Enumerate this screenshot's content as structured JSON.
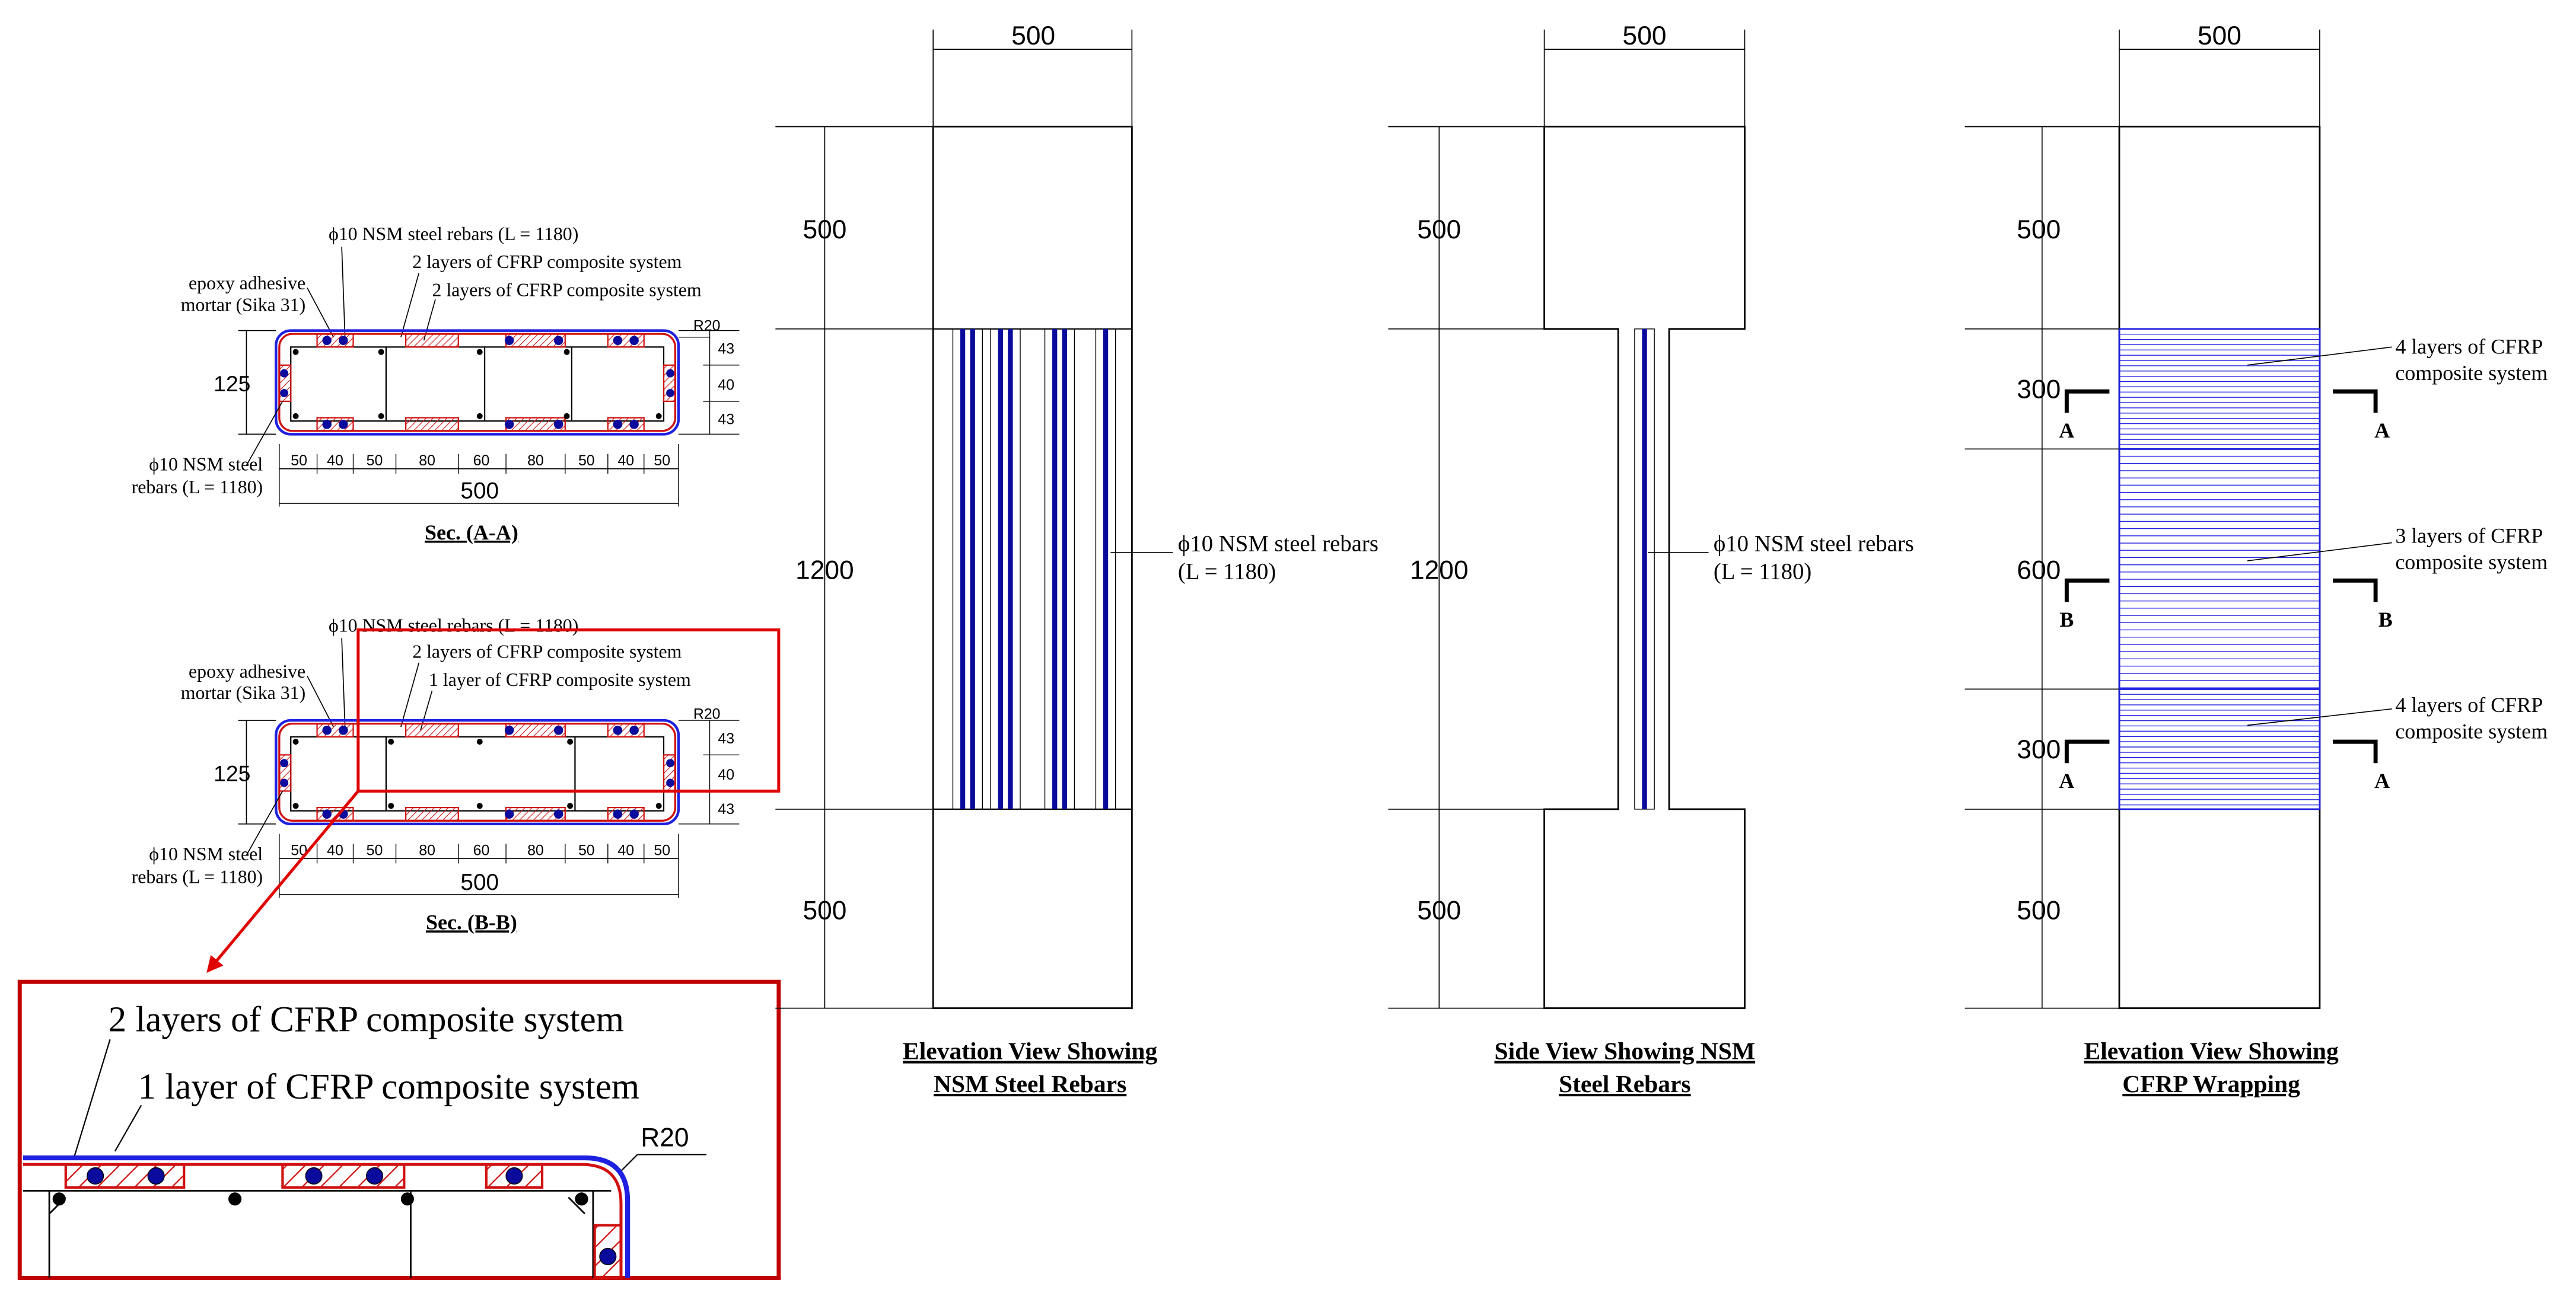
{
  "colors": {
    "line": "#000000",
    "rebar": "#0a0a9c",
    "cfrp_blue": "#2020e0",
    "cfrp_red": "#d01010",
    "highlight": "#e00000"
  },
  "sec_aa": {
    "label_nsm_top": "ϕ10 NSM steel rebars (L = 1180)",
    "label_cfrp1": "2 layers of CFRP composite system",
    "label_cfrp2": "2 layers of CFRP composite system",
    "label_epoxy_1": "epoxy adhesive",
    "label_epoxy_2": "mortar (Sika 31)",
    "label_nsm_bot_1": "ϕ10 NSM steel",
    "label_nsm_bot_2": "rebars (L = 1180)",
    "radius": "R20",
    "height": "125",
    "side_dims": [
      "43",
      "40",
      "43"
    ],
    "bottom_dims": [
      "50",
      "40",
      "50",
      "80",
      "60",
      "80",
      "50",
      "40",
      "50"
    ],
    "width": "500",
    "title": "Sec. (A-A)"
  },
  "sec_bb": {
    "label_nsm_top": "ϕ10 NSM steel rebars (L = 1180)",
    "label_cfrp1": "2 layers of CFRP composite system",
    "label_cfrp2": "1 layer of CFRP composite system",
    "label_epoxy_1": "epoxy adhesive",
    "label_epoxy_2": "mortar (Sika 31)",
    "label_nsm_bot_1": "ϕ10 NSM steel",
    "label_nsm_bot_2": "rebars (L = 1180)",
    "radius": "R20",
    "height": "125",
    "side_dims": [
      "43",
      "40",
      "43"
    ],
    "bottom_dims": [
      "50",
      "40",
      "50",
      "80",
      "60",
      "80",
      "50",
      "40",
      "50"
    ],
    "width": "500",
    "title": "Sec. (B-B)"
  },
  "detail": {
    "label_1": "2 layers of CFRP composite system",
    "label_2": "1 layer of CFRP composite system",
    "radius": "R20"
  },
  "elevation_nsm": {
    "width": "500",
    "heights": [
      "500",
      "1200",
      "500"
    ],
    "label_1": "ϕ10 NSM steel rebars",
    "label_2": "(L = 1180)",
    "title_1": "Elevation View Showing",
    "title_2": "NSM Steel Rebars"
  },
  "side_nsm": {
    "width": "500",
    "heights": [
      "500",
      "1200",
      "500"
    ],
    "label_1": "ϕ10 NSM steel rebars",
    "label_2": "(L = 1180)",
    "title_1": "Side View Showing NSM",
    "title_2": "Steel Rebars"
  },
  "elevation_cfrp": {
    "width": "500",
    "heights": [
      "500",
      "300",
      "600",
      "300",
      "500"
    ],
    "zone_labels": [
      [
        "4 layers of CFRP",
        "composite system"
      ],
      [
        "3 layers of CFRP",
        "composite system"
      ],
      [
        "4 layers of CFRP",
        "composite system"
      ]
    ],
    "section_marks": [
      "A",
      "B",
      "A"
    ],
    "title_1": "Elevation View Showing",
    "title_2": "CFRP Wrapping"
  }
}
